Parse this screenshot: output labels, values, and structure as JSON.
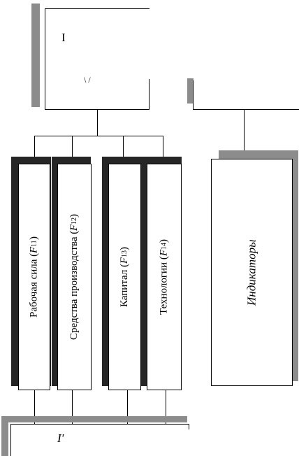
{
  "colors": {
    "shadow_gray": "#8c8c8c",
    "shadow_dark": "#262626",
    "line": "#000000"
  },
  "top_box": {
    "fragment_1": "I",
    "fragment_2": "\\ /"
  },
  "factors": [
    {
      "label": "Рабочая сила (",
      "var": "F",
      "sub": "11",
      "close": ")"
    },
    {
      "label": "Средства производства (",
      "var": "F",
      "sub": "12",
      "close": ")"
    },
    {
      "label": "Капитал (",
      "var": "F",
      "sub": "13",
      "close": ")"
    },
    {
      "label": "Технологии (",
      "var": "F",
      "sub": "14",
      "close": ")"
    }
  ],
  "indicators": {
    "label": "Индикаторы"
  },
  "bottom_box": {
    "fragment": "I'"
  }
}
